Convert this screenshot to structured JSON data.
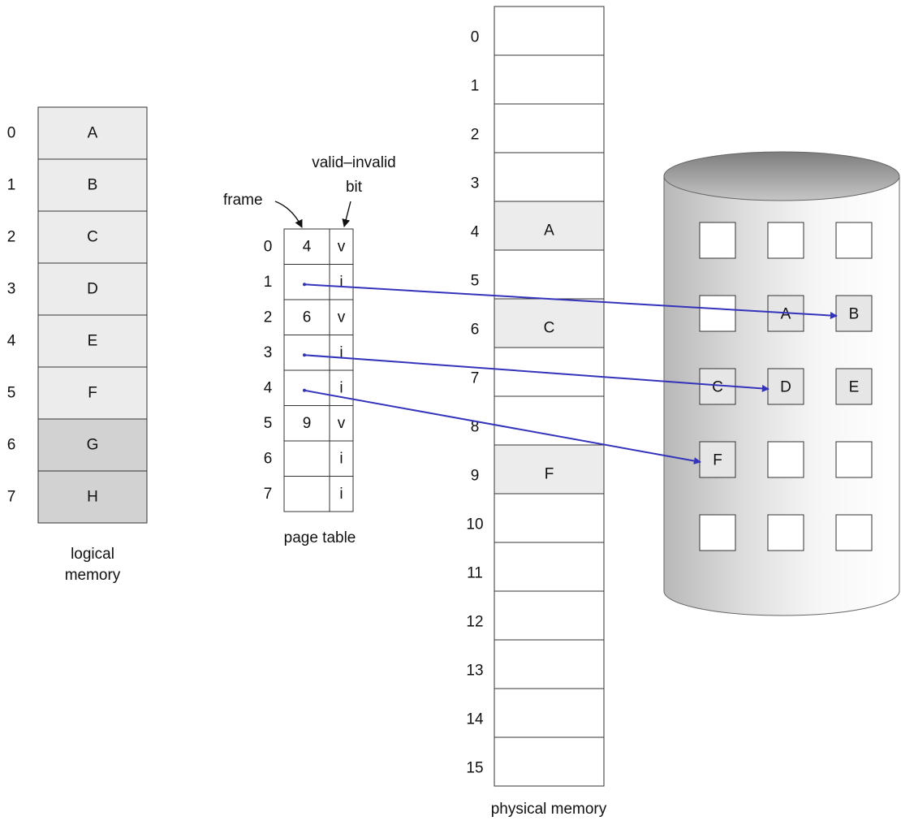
{
  "logical_memory": {
    "caption_line1": "logical",
    "caption_line2": "memory",
    "pages": [
      {
        "index": "0",
        "content": "A",
        "color": "#ececec"
      },
      {
        "index": "1",
        "content": "B",
        "color": "#ececec"
      },
      {
        "index": "2",
        "content": "C",
        "color": "#ececec"
      },
      {
        "index": "3",
        "content": "D",
        "color": "#ececec"
      },
      {
        "index": "4",
        "content": "E",
        "color": "#ececec"
      },
      {
        "index": "5",
        "content": "F",
        "color": "#ececec"
      },
      {
        "index": "6",
        "content": "G",
        "color": "#d2d2d2"
      },
      {
        "index": "7",
        "content": "H",
        "color": "#d2d2d2"
      }
    ]
  },
  "page_table": {
    "caption": "page table",
    "frame_label": "frame",
    "valid_invalid_line1": "valid–invalid",
    "valid_invalid_line2": "bit",
    "entries": [
      {
        "index": "0",
        "frame": "4",
        "bit": "v"
      },
      {
        "index": "1",
        "frame": "",
        "bit": "i"
      },
      {
        "index": "2",
        "frame": "6",
        "bit": "v"
      },
      {
        "index": "3",
        "frame": "",
        "bit": "i"
      },
      {
        "index": "4",
        "frame": "",
        "bit": "i"
      },
      {
        "index": "5",
        "frame": "9",
        "bit": "v"
      },
      {
        "index": "6",
        "frame": "",
        "bit": "i"
      },
      {
        "index": "7",
        "frame": "",
        "bit": "i"
      }
    ]
  },
  "physical_memory": {
    "caption": "physical memory",
    "frames": [
      {
        "index": "0",
        "content": ""
      },
      {
        "index": "1",
        "content": ""
      },
      {
        "index": "2",
        "content": ""
      },
      {
        "index": "3",
        "content": ""
      },
      {
        "index": "4",
        "content": "A"
      },
      {
        "index": "5",
        "content": ""
      },
      {
        "index": "6",
        "content": "C"
      },
      {
        "index": "7",
        "content": ""
      },
      {
        "index": "8",
        "content": ""
      },
      {
        "index": "9",
        "content": "F"
      },
      {
        "index": "10",
        "content": ""
      },
      {
        "index": "11",
        "content": ""
      },
      {
        "index": "12",
        "content": ""
      },
      {
        "index": "13",
        "content": ""
      },
      {
        "index": "14",
        "content": ""
      },
      {
        "index": "15",
        "content": ""
      }
    ],
    "filled_color": "#ececec"
  },
  "backing_store": {
    "rows": [
      [
        "",
        "",
        ""
      ],
      [
        "",
        "A",
        "B"
      ],
      [
        "C",
        "D",
        "E"
      ],
      [
        "F",
        "",
        ""
      ],
      [
        "",
        "",
        ""
      ]
    ]
  },
  "arrows": [
    {
      "from_entry": 1,
      "to_cell": "B"
    },
    {
      "from_entry": 3,
      "to_cell": "D"
    },
    {
      "from_entry": 4,
      "to_cell": "F"
    }
  ],
  "colors": {
    "arrow": "#3333bb",
    "line": "#333333",
    "filled_cell": "#e6e6e6"
  }
}
